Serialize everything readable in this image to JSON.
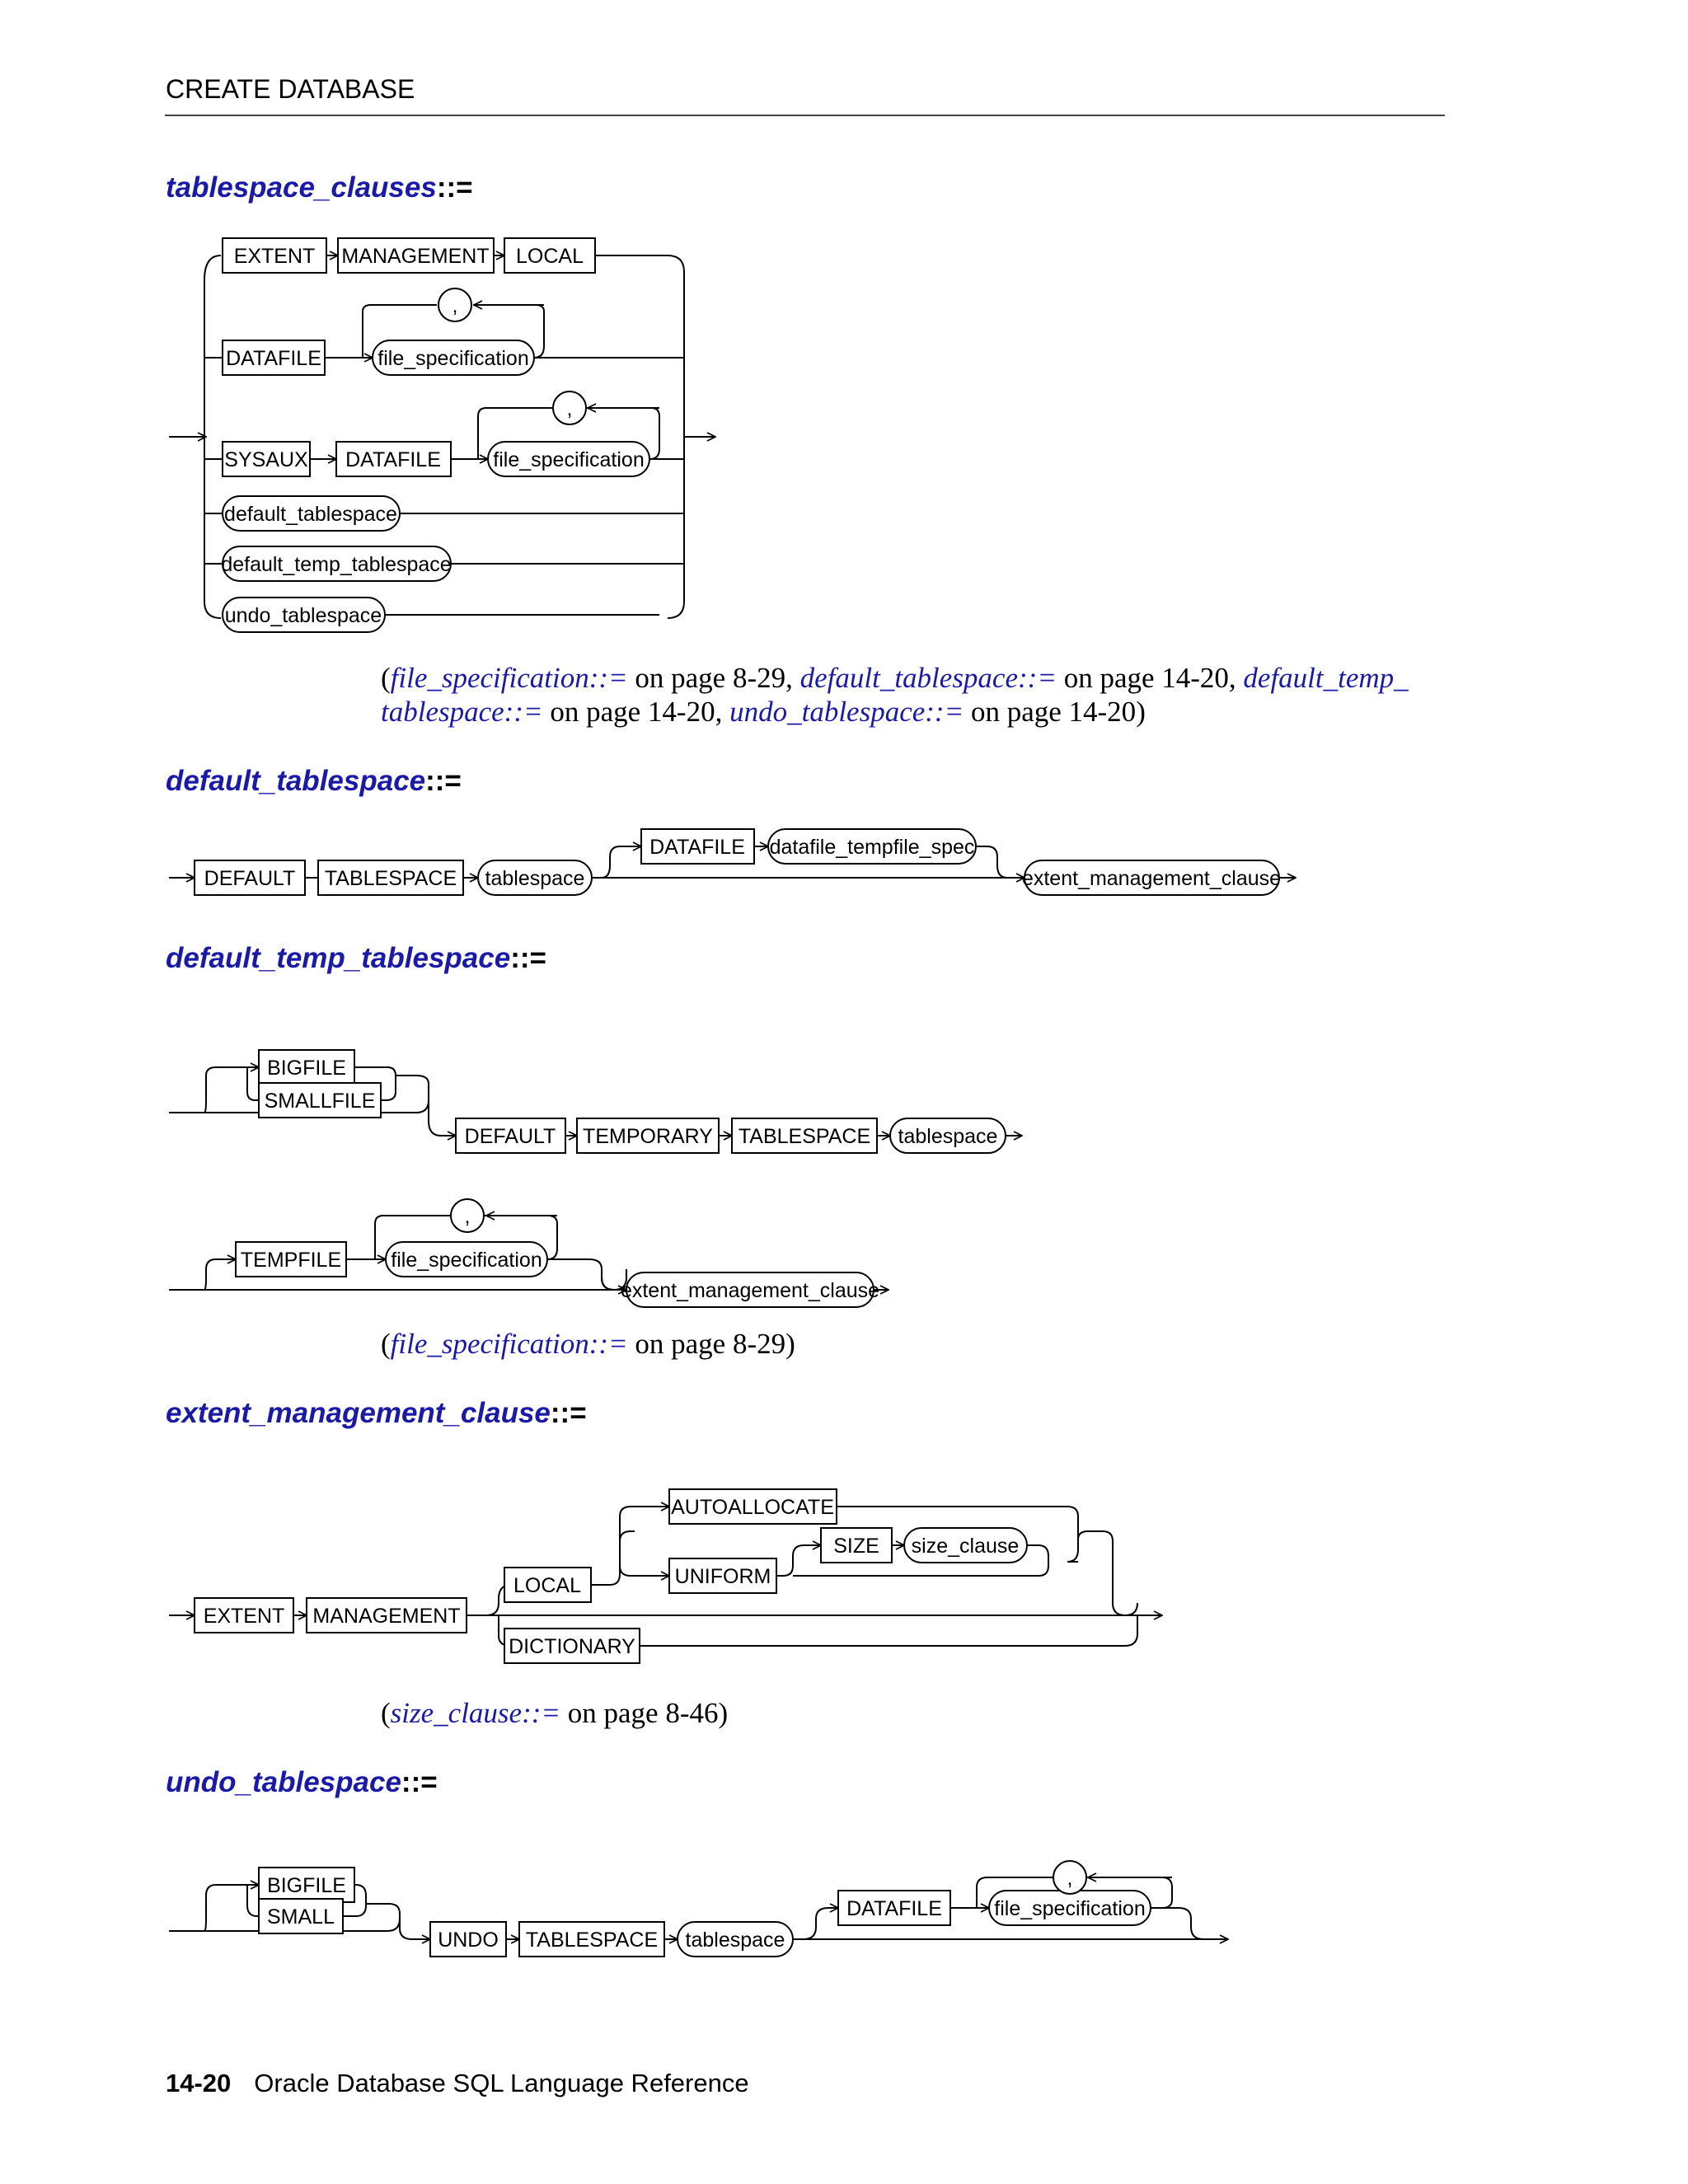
{
  "header": {
    "title": "CREATE DATABASE"
  },
  "footer": {
    "page_number": "14-20",
    "book_title": "Oracle Database SQL Language Reference"
  },
  "sections": {
    "tablespace_clauses": {
      "name": "tablespace_clauses",
      "op": "::=",
      "tokens": {
        "extent": "EXTENT",
        "management": "MANAGEMENT",
        "local": "LOCAL",
        "datafile": "DATAFILE",
        "comma": ",",
        "file_specification": "file_specification",
        "sysaux": "SYSAUX",
        "datafile2": "DATAFILE",
        "comma2": ",",
        "file_specification2": "file_specification",
        "default_tablespace": "default_tablespace",
        "default_temp_tablespace": "default_temp_tablespace",
        "undo_tablespace": "undo_tablespace"
      },
      "xref": {
        "l1": "file_specification::=",
        "t1": " on page 8-29, ",
        "l2": "default_tablespace::=",
        "t2": " on page 14-20, ",
        "l3a": "default_temp_",
        "l3b": "tablespace::=",
        "t3": " on page 14-20, ",
        "l4": "undo_tablespace::=",
        "t4": " on page 14-20"
      }
    },
    "default_tablespace": {
      "name": "default_tablespace",
      "op": "::=",
      "tokens": {
        "default": "DEFAULT",
        "tablespace_kw": "TABLESPACE",
        "tablespace": "tablespace",
        "datafile": "DATAFILE",
        "datafile_tempfile_spec": "datafile_tempfile_spec",
        "extent_management_clause": "extent_management_clause"
      }
    },
    "default_temp_tablespace": {
      "name": "default_temp_tablespace",
      "op": "::=",
      "tokens": {
        "bigfile": "BIGFILE",
        "smallfile": "SMALLFILE",
        "default": "DEFAULT",
        "temporary": "TEMPORARY",
        "tablespace_kw": "TABLESPACE",
        "tablespace": "tablespace",
        "tempfile": "TEMPFILE",
        "comma": ",",
        "file_specification": "file_specification",
        "extent_management_clause": "extent_management_clause"
      },
      "xref": {
        "l1": "file_specification::=",
        "t1": " on page 8-29"
      }
    },
    "extent_management_clause": {
      "name": "extent_management_clause",
      "op": "::=",
      "tokens": {
        "extent": "EXTENT",
        "management": "MANAGEMENT",
        "local": "LOCAL",
        "dictionary": "DICTIONARY",
        "autoallocate": "AUTOALLOCATE",
        "uniform": "UNIFORM",
        "size": "SIZE",
        "size_clause": "size_clause"
      },
      "xref": {
        "l1": "size_clause::=",
        "t1": " on page 8-46"
      }
    },
    "undo_tablespace": {
      "name": "undo_tablespace",
      "op": "::=",
      "tokens": {
        "bigfile": "BIGFILE",
        "small": "SMALL",
        "undo": "UNDO",
        "tablespace_kw": "TABLESPACE",
        "tablespace": "tablespace",
        "datafile": "DATAFILE",
        "comma": ",",
        "file_specification": "file_specification"
      }
    }
  }
}
